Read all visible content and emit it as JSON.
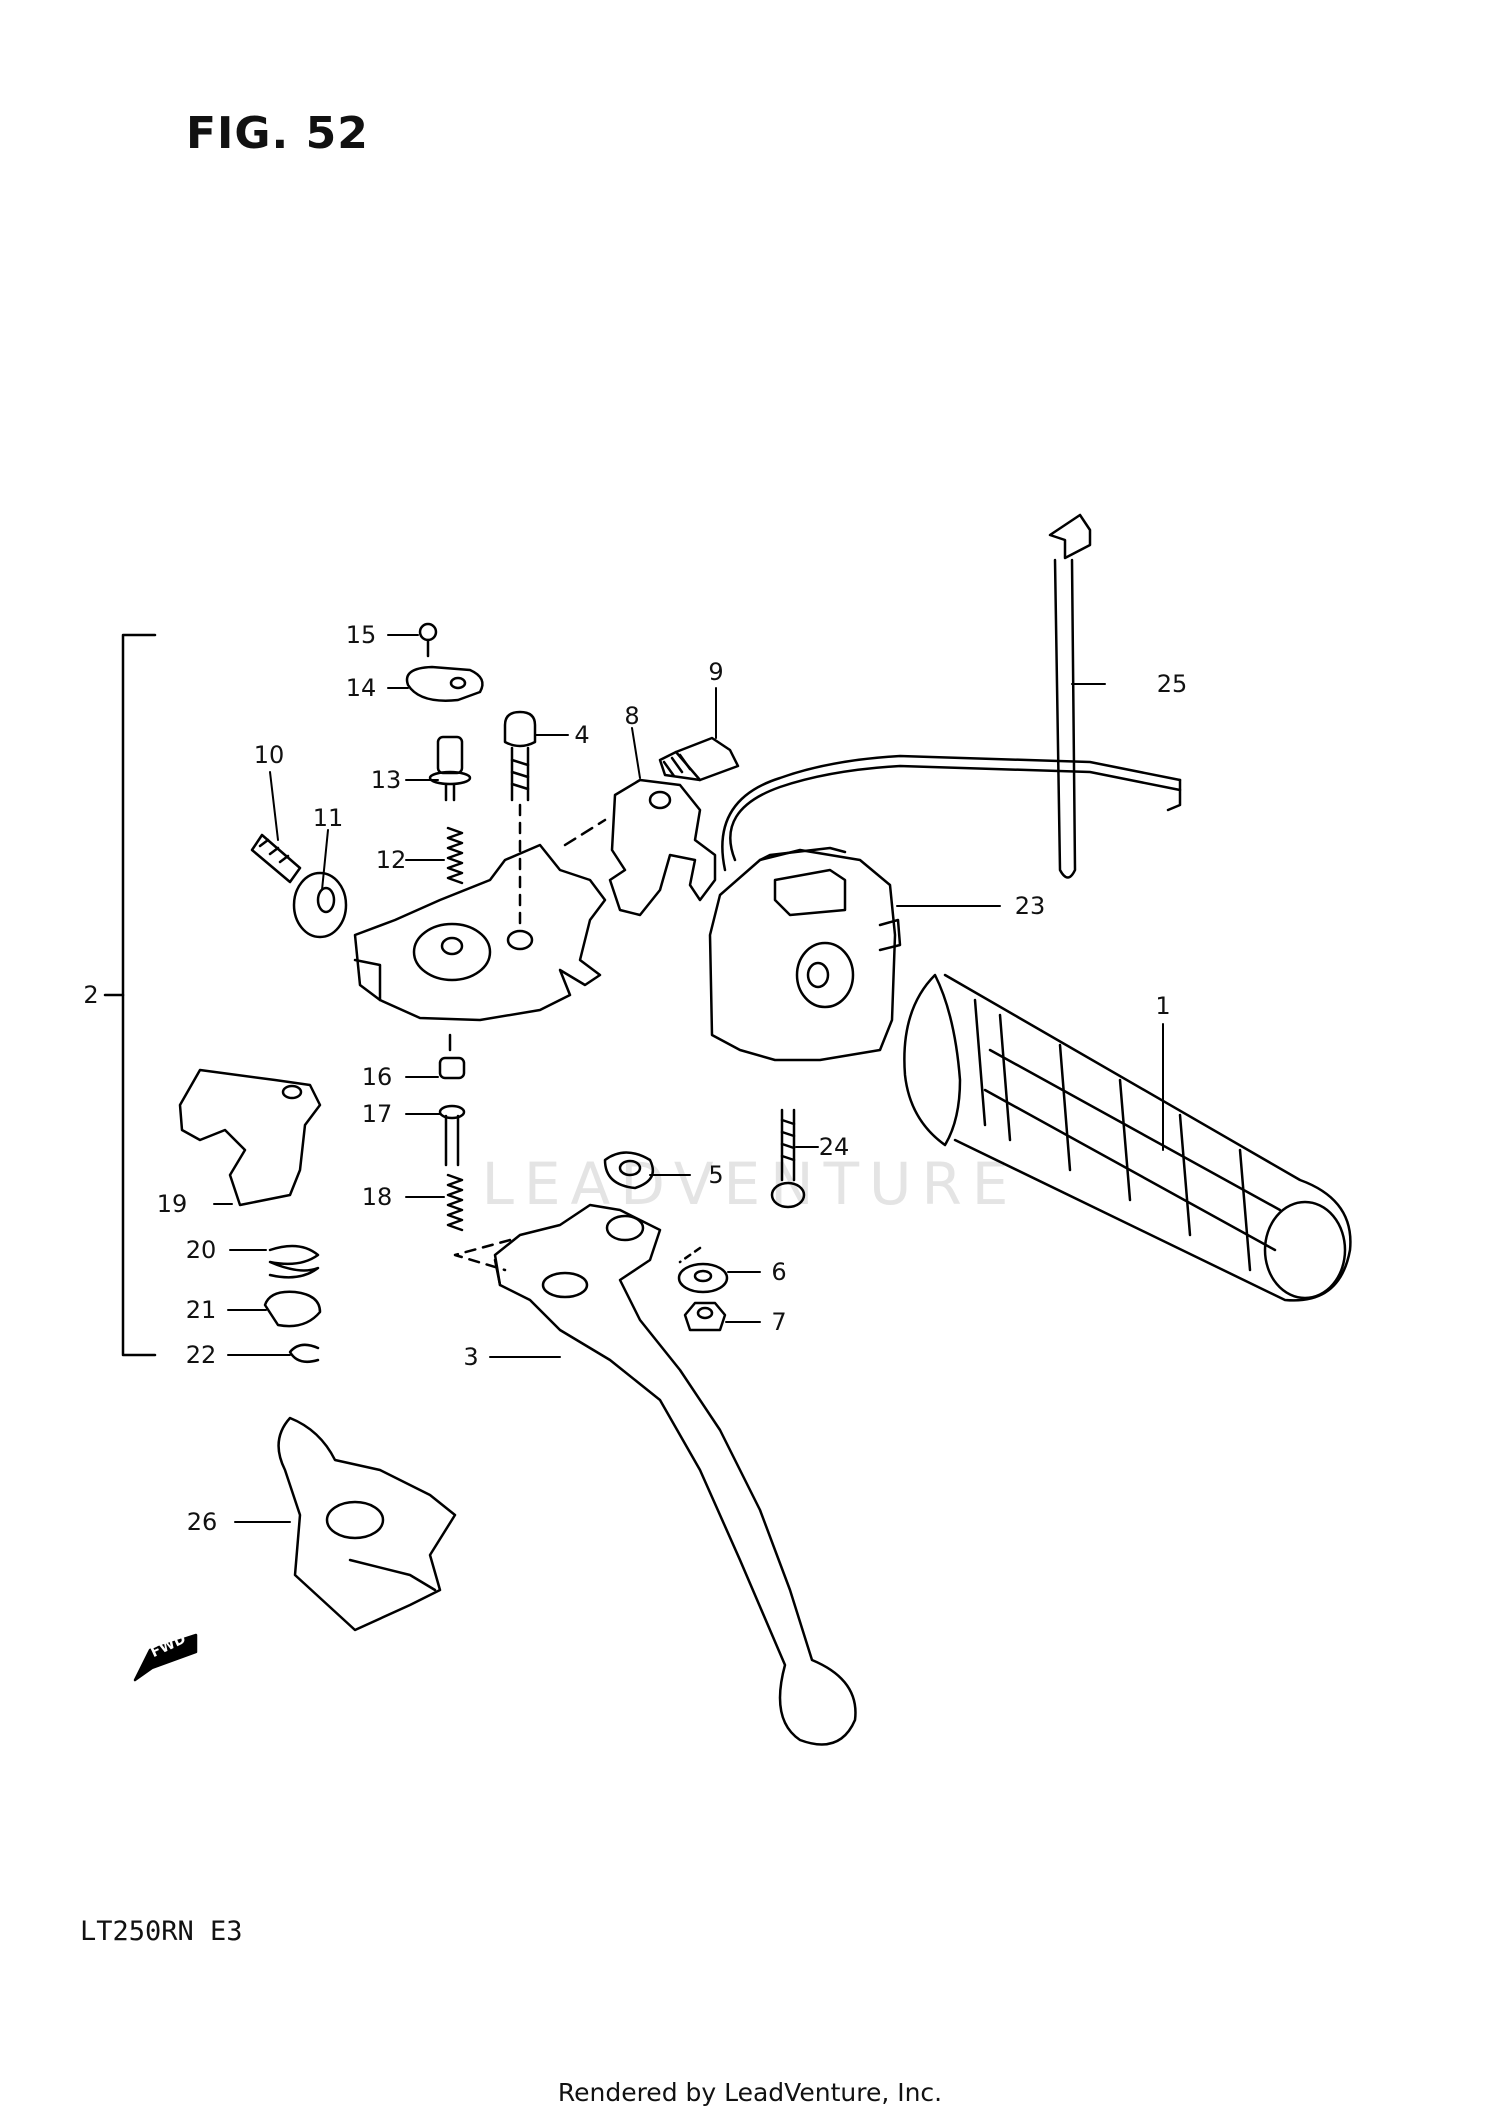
{
  "figure": {
    "title": "FIG. 52"
  },
  "model": {
    "code": "LT250RN  E3"
  },
  "watermark": {
    "text": "LEADVENTURE"
  },
  "fwd_arrow": {
    "text": "FWD"
  },
  "footer": {
    "text": "Rendered by LeadVenture, Inc."
  },
  "callouts": [
    {
      "id": "1",
      "label": "1"
    },
    {
      "id": "2",
      "label": "2"
    },
    {
      "id": "3",
      "label": "3"
    },
    {
      "id": "4",
      "label": "4"
    },
    {
      "id": "5",
      "label": "5"
    },
    {
      "id": "6",
      "label": "6"
    },
    {
      "id": "7",
      "label": "7"
    },
    {
      "id": "8",
      "label": "8"
    },
    {
      "id": "9",
      "label": "9"
    },
    {
      "id": "10",
      "label": "10"
    },
    {
      "id": "11",
      "label": "11"
    },
    {
      "id": "12",
      "label": "12"
    },
    {
      "id": "13",
      "label": "13"
    },
    {
      "id": "14",
      "label": "14"
    },
    {
      "id": "15",
      "label": "15"
    },
    {
      "id": "16",
      "label": "16"
    },
    {
      "id": "17",
      "label": "17"
    },
    {
      "id": "18",
      "label": "18"
    },
    {
      "id": "19",
      "label": "19"
    },
    {
      "id": "20",
      "label": "20"
    },
    {
      "id": "21",
      "label": "21"
    },
    {
      "id": "22",
      "label": "22"
    },
    {
      "id": "23",
      "label": "23"
    },
    {
      "id": "24",
      "label": "24"
    },
    {
      "id": "25",
      "label": "25"
    },
    {
      "id": "26",
      "label": "26"
    }
  ]
}
